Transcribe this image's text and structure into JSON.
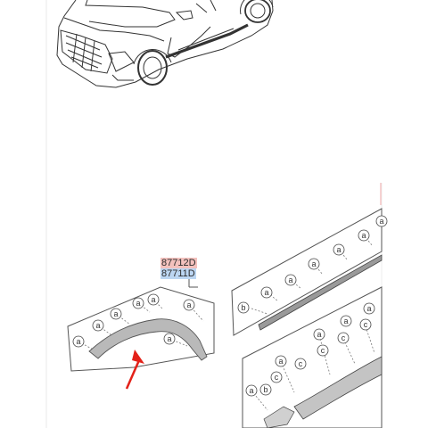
{
  "part_numbers": [
    "87712D",
    "87711D"
  ],
  "highlight_colors": {
    "part_87712D": "#f3c1bd",
    "part_87711D": "#bcd6f2",
    "arrow": "#e32119"
  },
  "clip_letters": {
    "a": "a",
    "b": "b",
    "c": "c"
  }
}
